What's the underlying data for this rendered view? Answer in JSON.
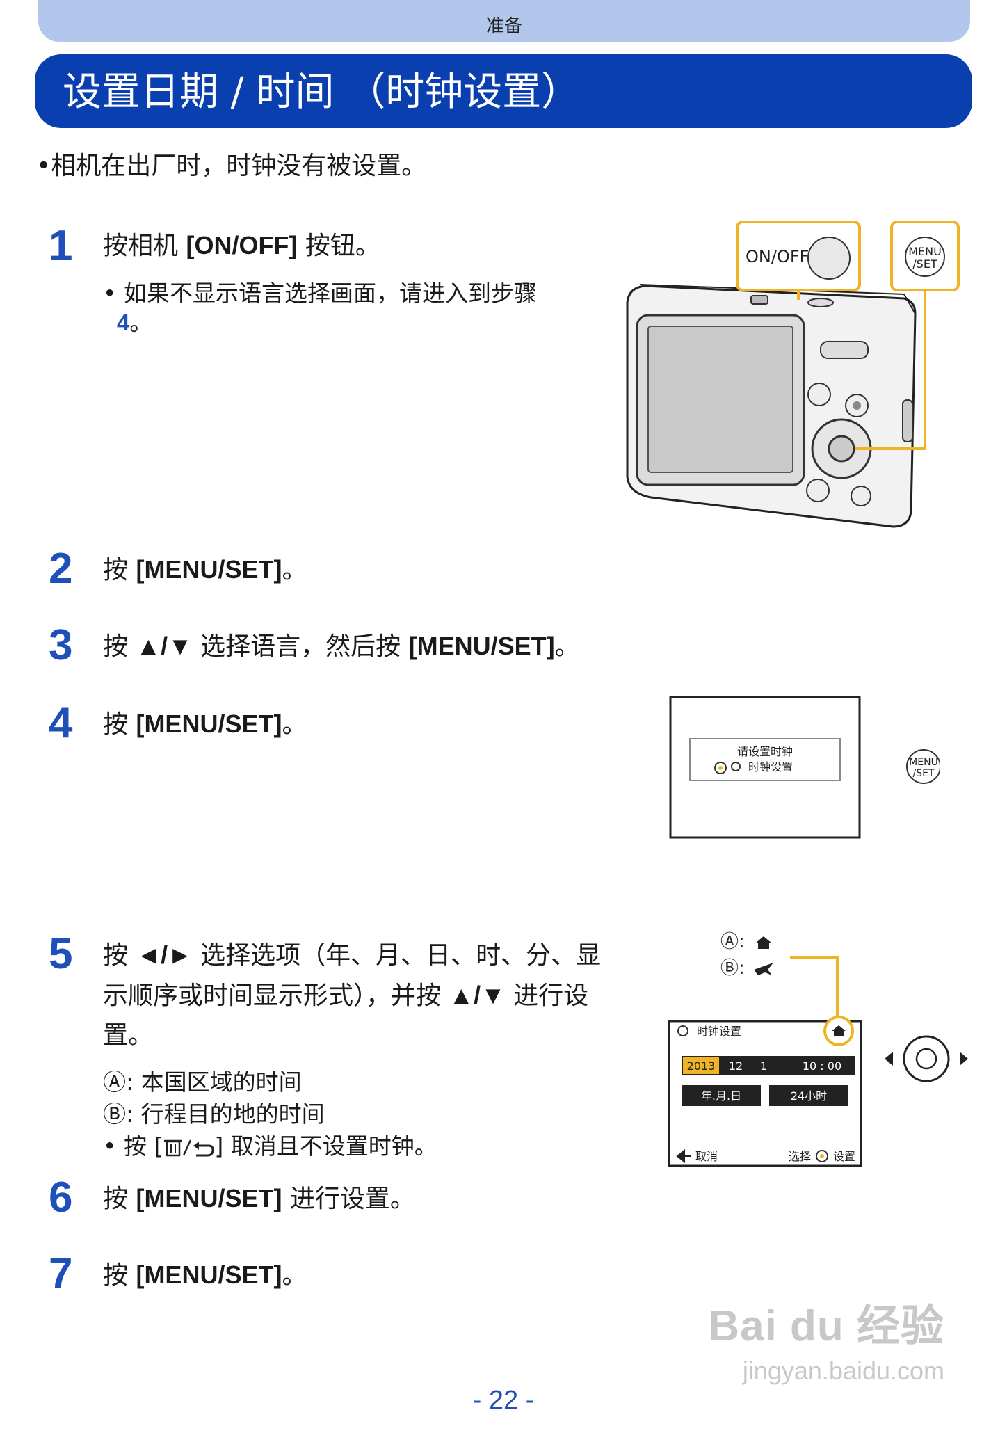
{
  "header": {
    "section": "准备"
  },
  "title": "设置日期 / 时间 （时钟设置）",
  "intro": "•相机在出厂时，时钟没有被设置。",
  "steps": [
    {
      "num": "1",
      "pre": "按相机 ",
      "bold": "[ON/OFF]",
      "post": " 按钮。",
      "note_pre": "• 如果不显示语言选择画面，请进入到步骤",
      "note_step": "4",
      "note_post": "。"
    },
    {
      "num": "2",
      "pre": "按 ",
      "bold": "[MENU/SET]",
      "post": "。"
    },
    {
      "num": "3",
      "pre": "按 ",
      "arrows": "▲/▼",
      "mid": " 选择语言，然后按 ",
      "bold": "[MENU/SET]",
      "post": "。"
    },
    {
      "num": "4",
      "pre": "按 ",
      "bold": "[MENU/SET]",
      "post": "。"
    },
    {
      "num": "5",
      "line1_pre": "按 ",
      "line1_arrows": "◄/►",
      "line1_post": " 选择选项（年、月、日、时、分、显",
      "line2_pre": "示顺序或时间显示形式），并按 ",
      "line2_arrows": "▲/▼",
      "line2_post": " 进行设",
      "line3": "置。",
      "note_a": "Ⓐ: 本国区域的时间",
      "note_b": "Ⓑ: 行程目的地的时间",
      "note_cancel_pre": "• 按 [",
      "note_cancel_post": "] 取消且不设置时钟。"
    },
    {
      "num": "6",
      "pre": "按 ",
      "bold": "[MENU/SET]",
      "post": " 进行设置。"
    },
    {
      "num": "7",
      "pre": "按 ",
      "bold": "[MENU/SET]",
      "post": "。"
    }
  ],
  "camera": {
    "on_off_label": "ON/OFF",
    "menu_label_1": "MENU",
    "menu_label_2": "/SET"
  },
  "prompt_screen": {
    "line1": "请设置时钟",
    "line2": "时钟设置"
  },
  "clock_screen": {
    "title": "时钟设置",
    "year": "2013",
    "month": "12",
    "day": "1",
    "time": "10 : 00",
    "order_btn": "年.月.日",
    "format_btn": "24小时",
    "cancel": "取消",
    "select": "选择",
    "set": "设置",
    "legend_a": "Ⓐ:",
    "legend_b": "Ⓑ:"
  },
  "page_number": "- 22 -",
  "watermark": {
    "line1": "Bai du 经验",
    "line2": "jingyan.baidu.com"
  },
  "colors": {
    "title_bar": "#0a3fb0",
    "header_tab": "#b3c6ec",
    "step_number": "#1f4fb8",
    "highlight": "#f0b323"
  }
}
